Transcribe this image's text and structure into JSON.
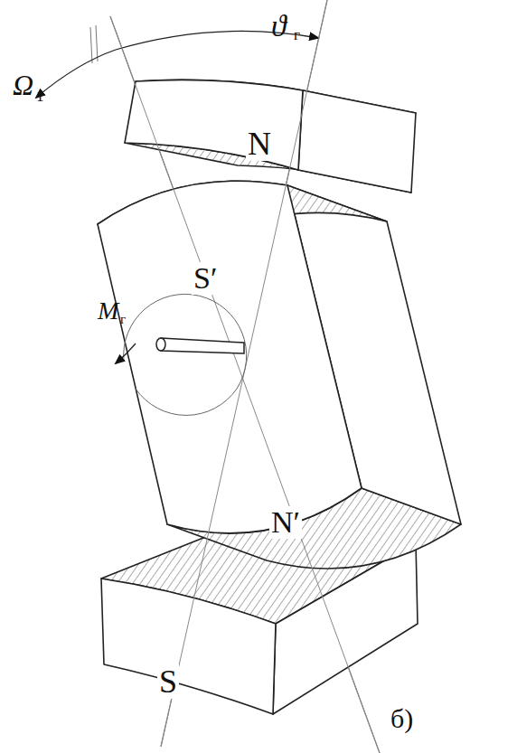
{
  "diagram": {
    "labels": [
      "ϑ",
      "г",
      "Ω",
      "1",
      "N",
      "S′",
      "M",
      "г",
      "N′",
      "S",
      "б)"
    ]
  }
}
